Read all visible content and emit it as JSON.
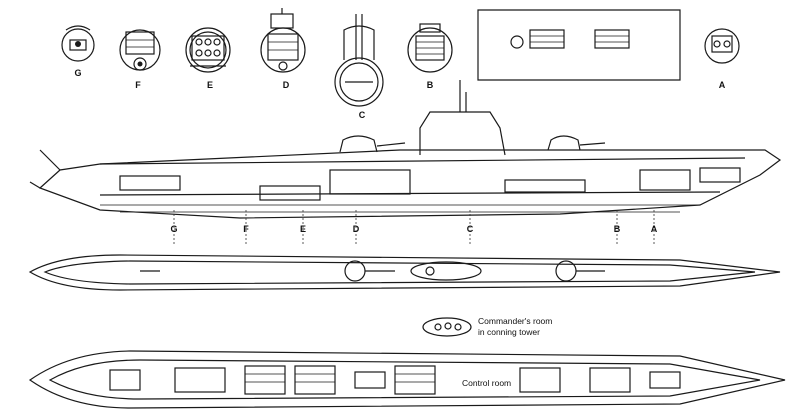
{
  "sections": {
    "g": "G",
    "f": "F",
    "e": "E",
    "d": "D",
    "c": "C",
    "b": "B",
    "a": "A"
  },
  "profile_marks": {
    "g": "G",
    "f": "F",
    "e": "E",
    "d": "D",
    "c": "C",
    "b": "B",
    "a": "A"
  },
  "notes": {
    "commander_line1": "Commander's room",
    "commander_line2": "in conning tower",
    "control_room": "Control room"
  }
}
